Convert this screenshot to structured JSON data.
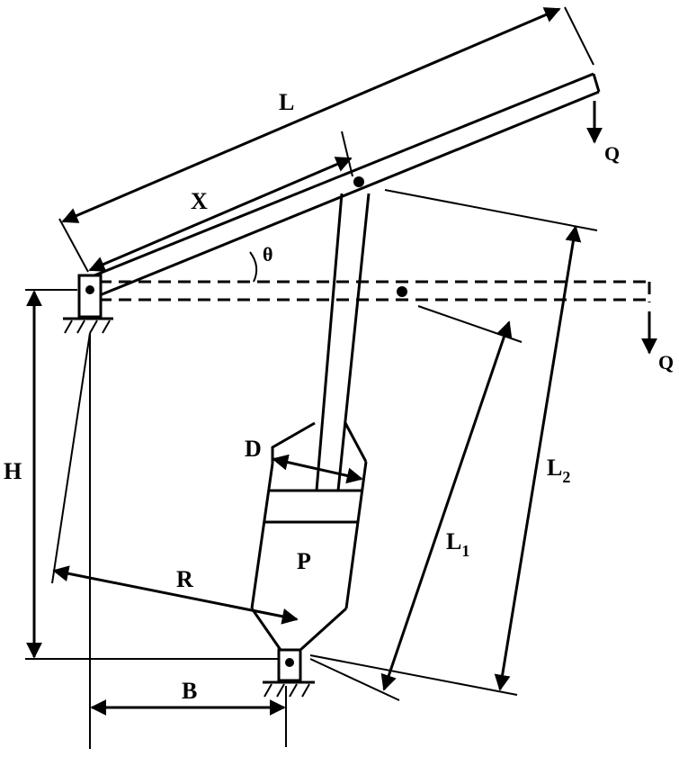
{
  "labels": {
    "L": "L",
    "X": "X",
    "theta": "θ",
    "Q_top": "Q",
    "Q_right": "Q",
    "H": "H",
    "D": "D",
    "P": "P",
    "R": "R",
    "B": "B",
    "L1_main": "L",
    "L1_sub": "1",
    "L2_main": "L",
    "L2_sub": "2"
  }
}
